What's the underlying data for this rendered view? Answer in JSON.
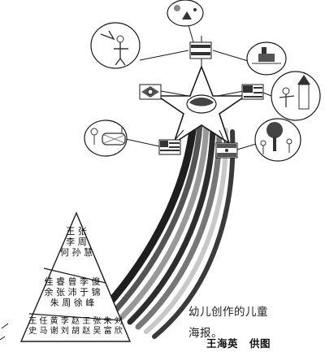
{
  "caption": {
    "line1": "幼儿创作的儿童",
    "line2": "海报。"
  },
  "credit": {
    "author": "王海英",
    "provider": "供图"
  },
  "pyramid": {
    "tier1": [
      "王",
      "张",
      "李",
      "周",
      "何",
      "孙",
      "慧"
    ],
    "tier2": [
      "佳",
      "睿",
      "曾",
      "李",
      "俊",
      "余",
      "张",
      "沛",
      "于",
      "锦",
      "朱",
      "周",
      "徐",
      "峰"
    ],
    "tier3": [
      "王",
      "任",
      "黄",
      "李",
      "赵",
      "王",
      "张",
      "朱",
      "刘",
      "史",
      "马",
      "谢",
      "刘",
      "胡",
      "赵",
      "吴",
      "富",
      "欣"
    ]
  },
  "colors": {
    "ink": "#1a1a1a",
    "paper": "#ffffff",
    "stripe_dark": "#2a2a2a",
    "stripe_mid": "#777777",
    "stripe_light": "#bbbbbb"
  }
}
